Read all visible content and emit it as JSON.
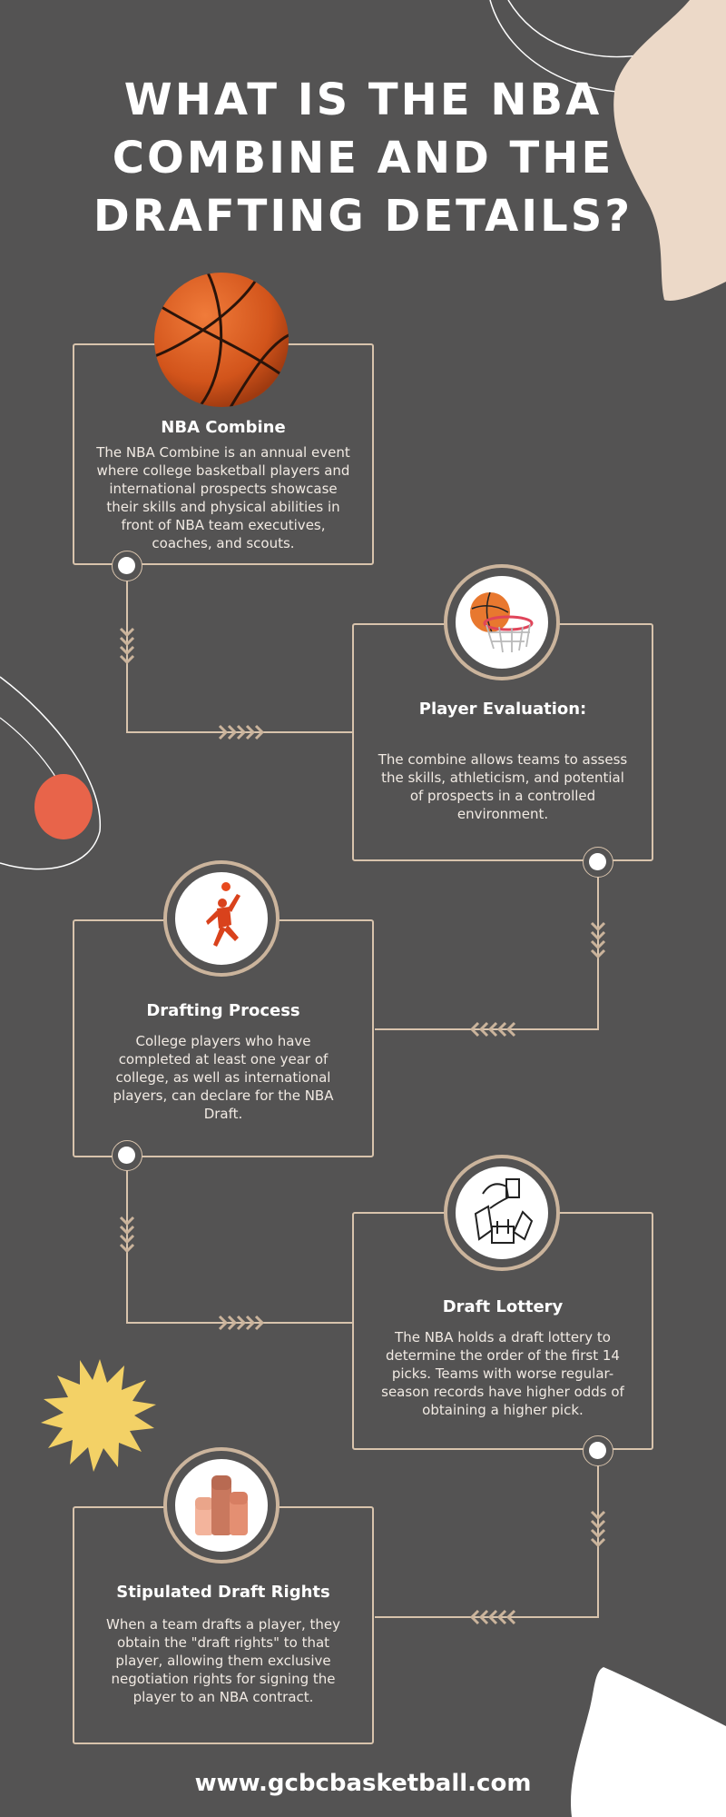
{
  "title": "WHAT IS THE NBA COMBINE AND THE DRAFTING DETAILS?",
  "steps": [
    {
      "heading": "NBA Combine",
      "text": "The NBA Combine is an annual event where college basketball players and international prospects showcase their skills and physical abilities in front of NBA team executives, coaches, and scouts.",
      "icon": "basketball-icon"
    },
    {
      "heading": "Player Evaluation:",
      "text": "The combine allows teams to assess the skills, athleticism, and potential of prospects in a controlled environment.",
      "icon": "basketball-hoop-icon"
    },
    {
      "heading": "Drafting Process",
      "text": "College players who have completed at least one year of college, as well as international players, can declare for the NBA Draft.",
      "icon": "dunking-player-icon"
    },
    {
      "heading": "Draft Lottery",
      "text": "The NBA holds a draft lottery to determine the order of the first 14 picks. Teams with worse regular-season records have higher odds of obtaining a higher pick.",
      "icon": "ballot-box-icon"
    },
    {
      "heading": "Stipulated Draft Rights",
      "text": "When a team drafts a player, they obtain the \"draft rights\" to that player, allowing them exclusive negotiation rights for signing the player to an NBA contract.",
      "icon": "raised-fists-icon"
    }
  ],
  "footer": {
    "website": "www.gcbcbasketball.com"
  },
  "colors": {
    "background": "#545353",
    "frame": "#d8c3ac",
    "accent_peach": "#ecd9c8",
    "accent_orange": "#e8644a",
    "accent_yellow": "#f3d166",
    "basketball": "#d9571b"
  }
}
